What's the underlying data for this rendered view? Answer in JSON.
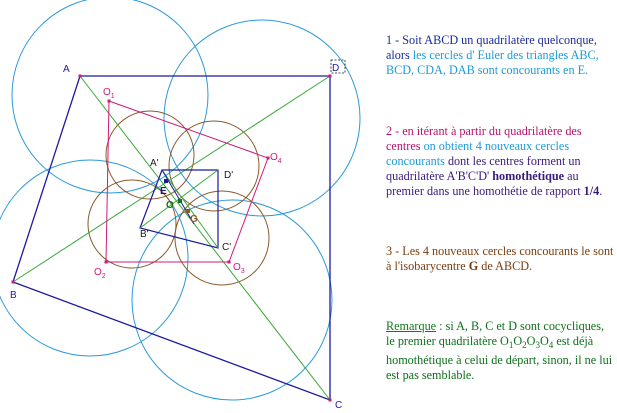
{
  "figure": {
    "points": {
      "A": "A",
      "B": "B",
      "C": "C",
      "D": "D",
      "O1": "O",
      "O1_sub": "1",
      "O2": "O",
      "O2_sub": "2",
      "O3": "O",
      "O3_sub": "3",
      "O4": "O",
      "O4_sub": "4",
      "A_prime": "A'",
      "B_prime": "B'",
      "C_prime": "C'",
      "D_prime": "D'",
      "E": "E",
      "O": "O",
      "G": "G"
    },
    "colors": {
      "quadrilateral": "#1a1aa0",
      "euler_circles": "#2a9ad8",
      "centers_quad": "#d01a7a",
      "small_circles": "#8a5a2a",
      "diagonals": "#3aa83a",
      "inner_quad": "#1a1aa0"
    }
  },
  "panel1": {
    "t1": "1 - Soit ABCD un quadrilatère quelconque, alors ",
    "t2": "les cercles d' Euler des triangles ABC, BCD, CDA, DAB sont concourants en E."
  },
  "panel2": {
    "t1": "2 - en itérant à partir du quadrilatère des centres ",
    "t2": "on obtient 4 nouveaux cercles concourants ",
    "t3": "dont les centres forment un quadrilatère  A'B'C'D' ",
    "t4": "homothétique",
    "t5": " au premier dans une homothétie de rapport ",
    "t6": "1/4",
    "t7": "."
  },
  "panel3": {
    "t1": "3 - Les 4 nouveaux cercles concourants le sont à l'isobarycentre ",
    "t2": "G",
    "t3": " de ABCD."
  },
  "panel4": {
    "title": "Remarque",
    "t1": " : si A, B, C et D sont cocycliques, le premier quadrilatère ",
    "o": "O",
    "s1": "1",
    "s2": "2",
    "s3": "3",
    "s4": "4",
    "t2": " est déjà homothétique à celui de départ, sinon, il ne lui est pas semblable."
  }
}
